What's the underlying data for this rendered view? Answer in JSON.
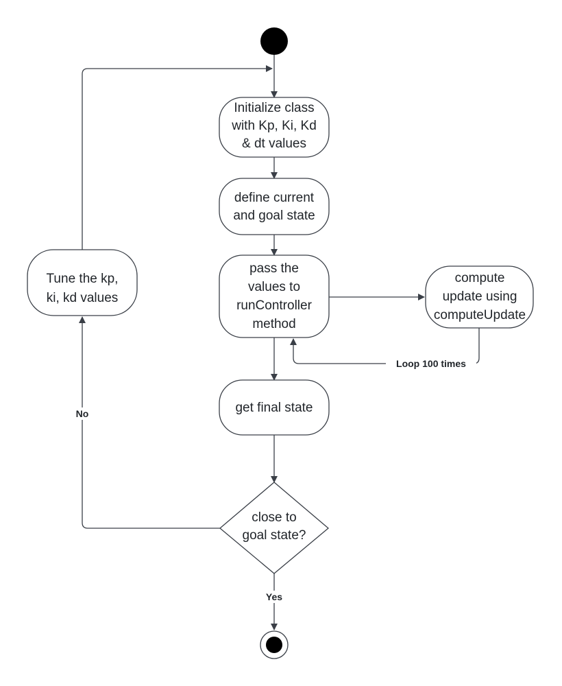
{
  "diagram": {
    "nodes": {
      "initialize": [
        "Initialize class",
        "with Kp, Ki, Kd",
        "& dt values"
      ],
      "define_state": [
        "define current",
        "and goal state"
      ],
      "pass_values": [
        "pass the",
        "values to",
        "runController",
        "method"
      ],
      "compute_update": [
        "compute",
        "update using",
        "computeUpdate"
      ],
      "final_state": [
        "get final state"
      ],
      "decision": [
        "close to",
        "goal state?"
      ],
      "tune": [
        "Tune the kp,",
        "ki, kd values"
      ]
    },
    "edge_labels": {
      "loop": "Loop 100 times",
      "no": "No",
      "yes": "Yes"
    },
    "colors": {
      "stroke": "#3a3f47",
      "fill": "#ffffff",
      "terminal": "#000000",
      "text": "#1f2328"
    }
  }
}
